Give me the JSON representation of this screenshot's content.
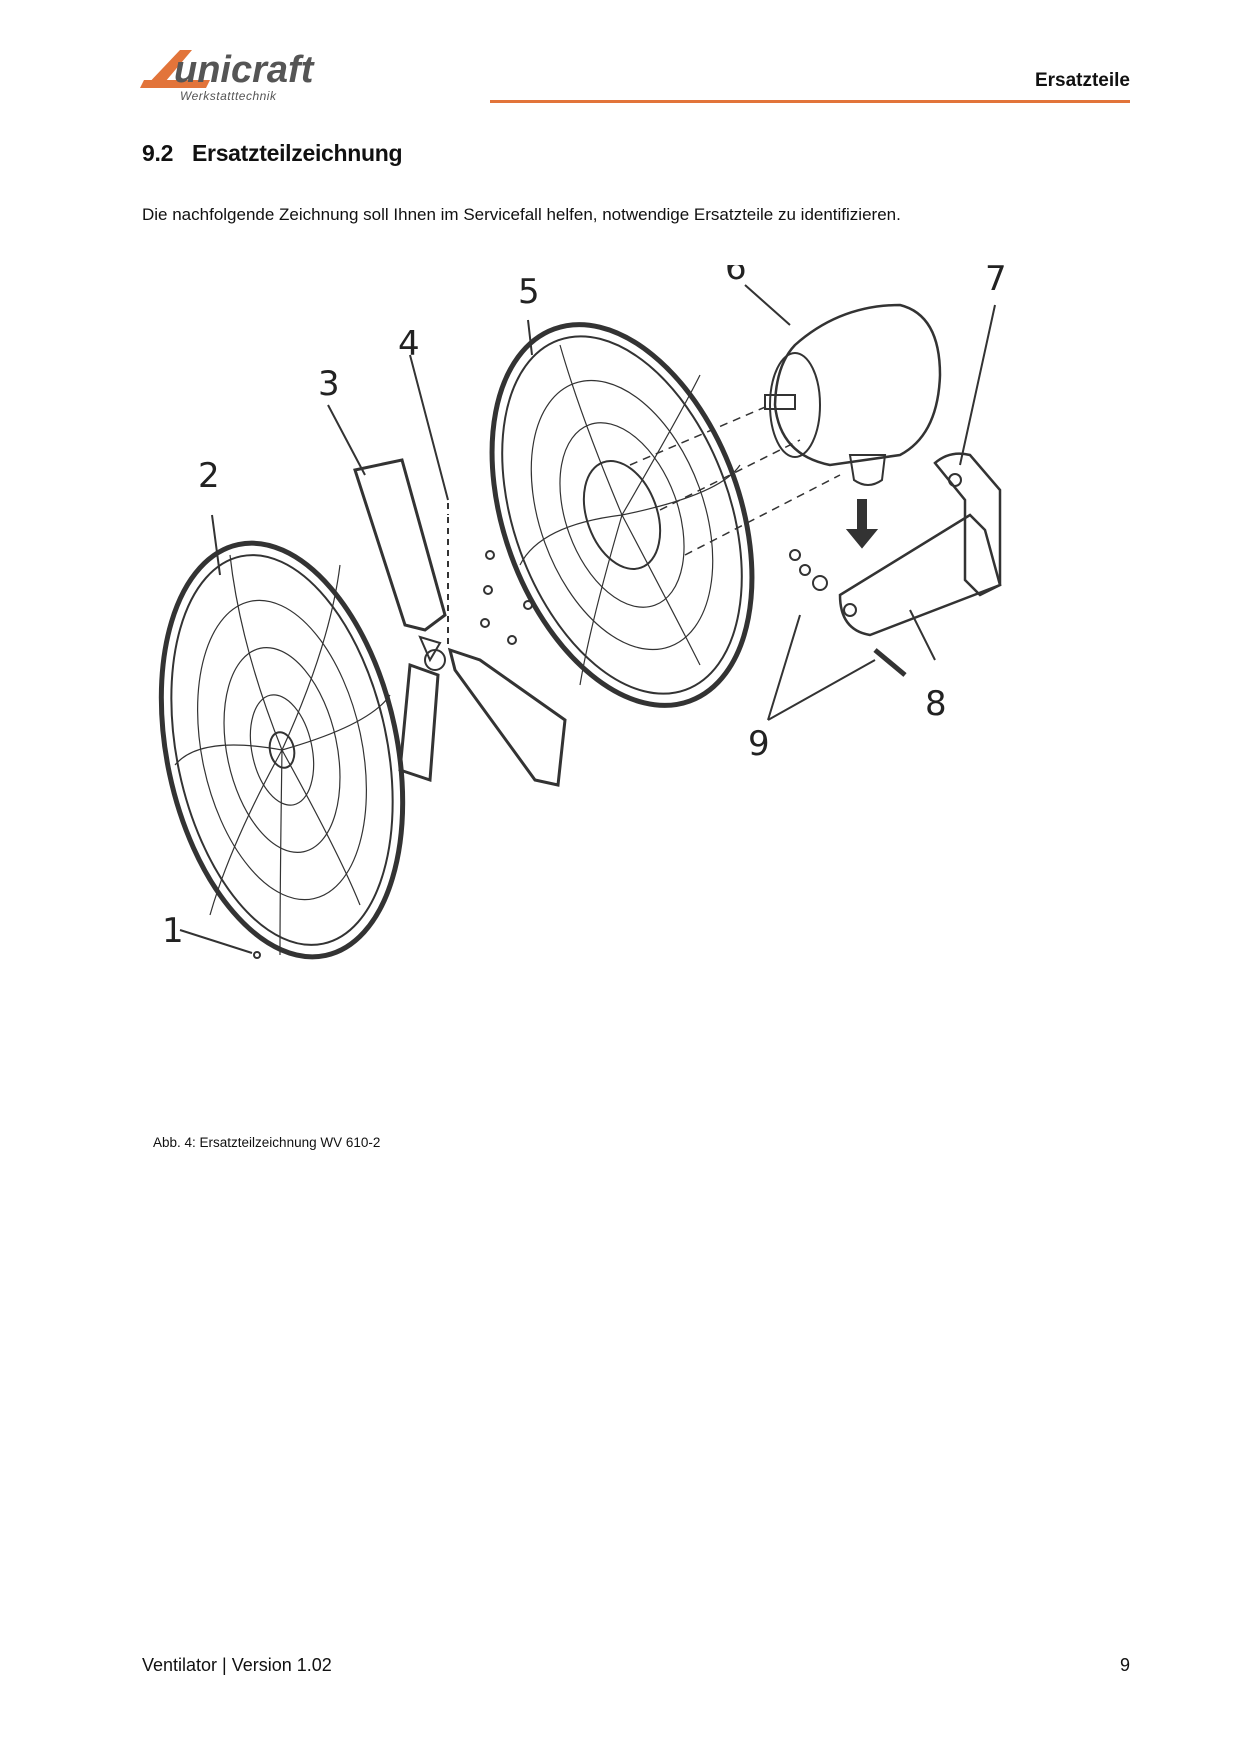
{
  "header": {
    "logo_text": "unicraft",
    "logo_subtitle": "Werkstatttechnik",
    "section_label": "Ersatzteile",
    "accent_color": "#e2743a"
  },
  "section": {
    "number": "9.2",
    "title": "Ersatzteilzeichnung",
    "intro": "Die nachfolgende Zeichnung soll Ihnen im Servicefall helfen, notwendige Ersatzteile zu identifizieren."
  },
  "figure": {
    "callouts": [
      "1",
      "2",
      "3",
      "4",
      "5",
      "6",
      "7",
      "8",
      "9"
    ],
    "caption": "Abb. 4: Ersatzteilzeichnung WV 610-2"
  },
  "footer": {
    "left": "Ventilator | Version 1.02",
    "page_number": "9"
  }
}
